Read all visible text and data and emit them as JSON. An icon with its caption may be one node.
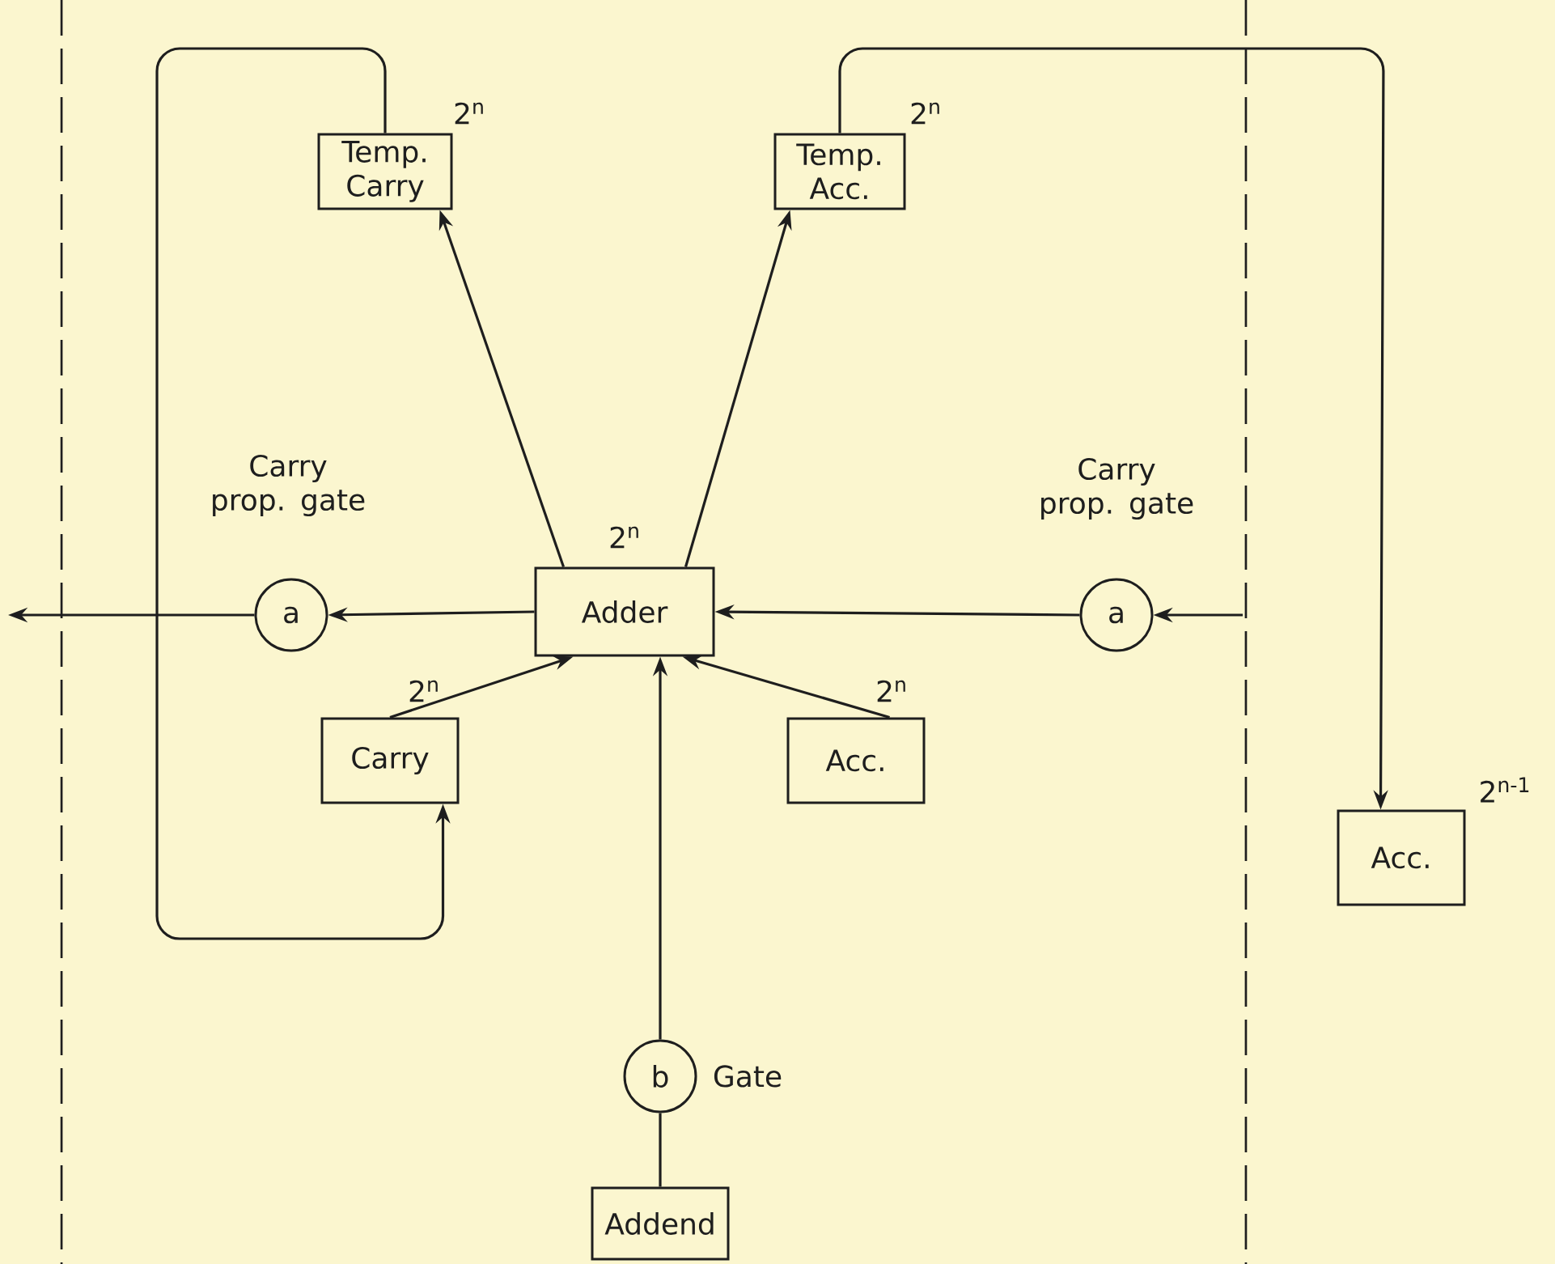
{
  "diagram": {
    "nodes": [
      {
        "text": [
          "Temp. Carry"
        ],
        "beside": [
          "2$^{n}$"
        ]
      },
      {
        "text": [
          "Temp. Acc."
        ],
        "beside": [
          "2$^{n}$"
        ]
      },
      {
        "text": [
          "a"
        ],
        "beside": [
          "Carry prop. gate"
        ]
      },
      {
        "text": [
          "Adder"
        ],
        "beside": [
          "2$^{n}$"
        ]
      },
      {
        "text": [
          "a"
        ],
        "beside": [
          "Carry prop. gate"
        ]
      },
      {
        "text": [
          "Carry"
        ],
        "beside": [
          "2$^{n}$"
        ]
      },
      {
        "text": [
          "Acc."
        ],
        "beside": [
          "2$^{n}$"
        ]
      },
      {
        "text": [
          "Acc."
        ],
        "beside": [
          "2$^{n-1}$"
        ]
      },
      {
        "text": [
          "b"
        ],
        "beside": [
          "Gate"
        ]
      },
      {
        "text": [
          "Addend"
        ]
      }
    ],
    "edges": [
      {
        "from": 3,
        "to": 0,
        "arrow": "to"
      },
      {
        "from": 3,
        "to": 1,
        "arrow": "to"
      },
      {
        "from": 3,
        "to": 2,
        "arrow": "to"
      },
      {
        "from": 2,
        "to": null,
        "arrow": "to"
      },
      {
        "from": 4,
        "to": 3,
        "arrow": "to"
      },
      {
        "from": null,
        "to": 4,
        "arrow": "to"
      },
      {
        "from": 5,
        "to": 3,
        "arrow": "to"
      },
      {
        "from": 6,
        "to": 3,
        "arrow": "to"
      },
      {
        "from": 8,
        "to": 3,
        "arrow": "to"
      },
      {
        "from": 9,
        "to": 8,
        "arrow": "none"
      },
      {
        "from": 0,
        "to": 5,
        "arrow": "to"
      },
      {
        "from": 1,
        "to": 7,
        "arrow": "to"
      }
    ]
  }
}
